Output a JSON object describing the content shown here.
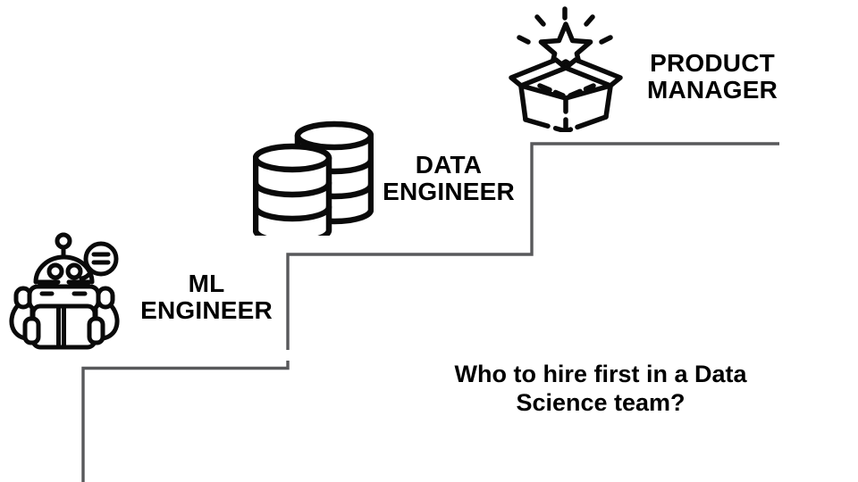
{
  "slide": {
    "background": "#ffffff",
    "stair_color": "#58595b",
    "icon_color": "#0a0a0a",
    "text_color": "#000000",
    "question": "Who to hire first in a Data\nScience team?",
    "roles": [
      {
        "id": "ml-engineer",
        "label": "ML\nENGINEER",
        "icon": "robot-reading-book-icon"
      },
      {
        "id": "data-engineer",
        "label": "DATA\nENGINEER",
        "icon": "database-stack-icon"
      },
      {
        "id": "product-manager",
        "label": "PRODUCT\nMANAGER",
        "icon": "gift-box-star-icon"
      }
    ]
  }
}
